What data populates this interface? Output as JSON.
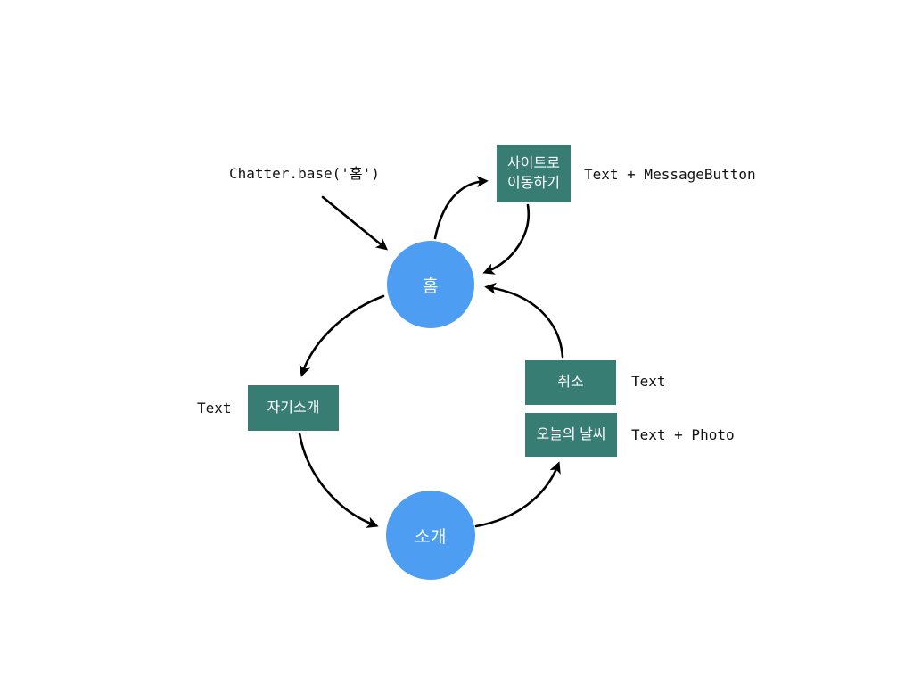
{
  "diagram": {
    "nodes": {
      "home": {
        "label": "홈"
      },
      "intro": {
        "label": "소개"
      },
      "goto_site": {
        "label_line1": "사이트로",
        "label_line2": "이동하기"
      },
      "self_intro": {
        "label": "자기소개"
      },
      "cancel": {
        "label": "취소"
      },
      "todays_weather": {
        "label": "오늘의 날씨"
      }
    },
    "annotations": {
      "chatter_base": "Chatter.base('홈')",
      "goto_site_type": "Text + MessageButton",
      "self_intro_type": "Text",
      "cancel_type": "Text",
      "todays_weather_type": "Text + Photo"
    },
    "colors": {
      "background": "#ffffff",
      "node_circle_fill": "#4d9df3",
      "node_box_fill": "#377d74",
      "node_text": "#ffffff",
      "arrow": "#000000",
      "annotation_text": "#111111"
    }
  }
}
